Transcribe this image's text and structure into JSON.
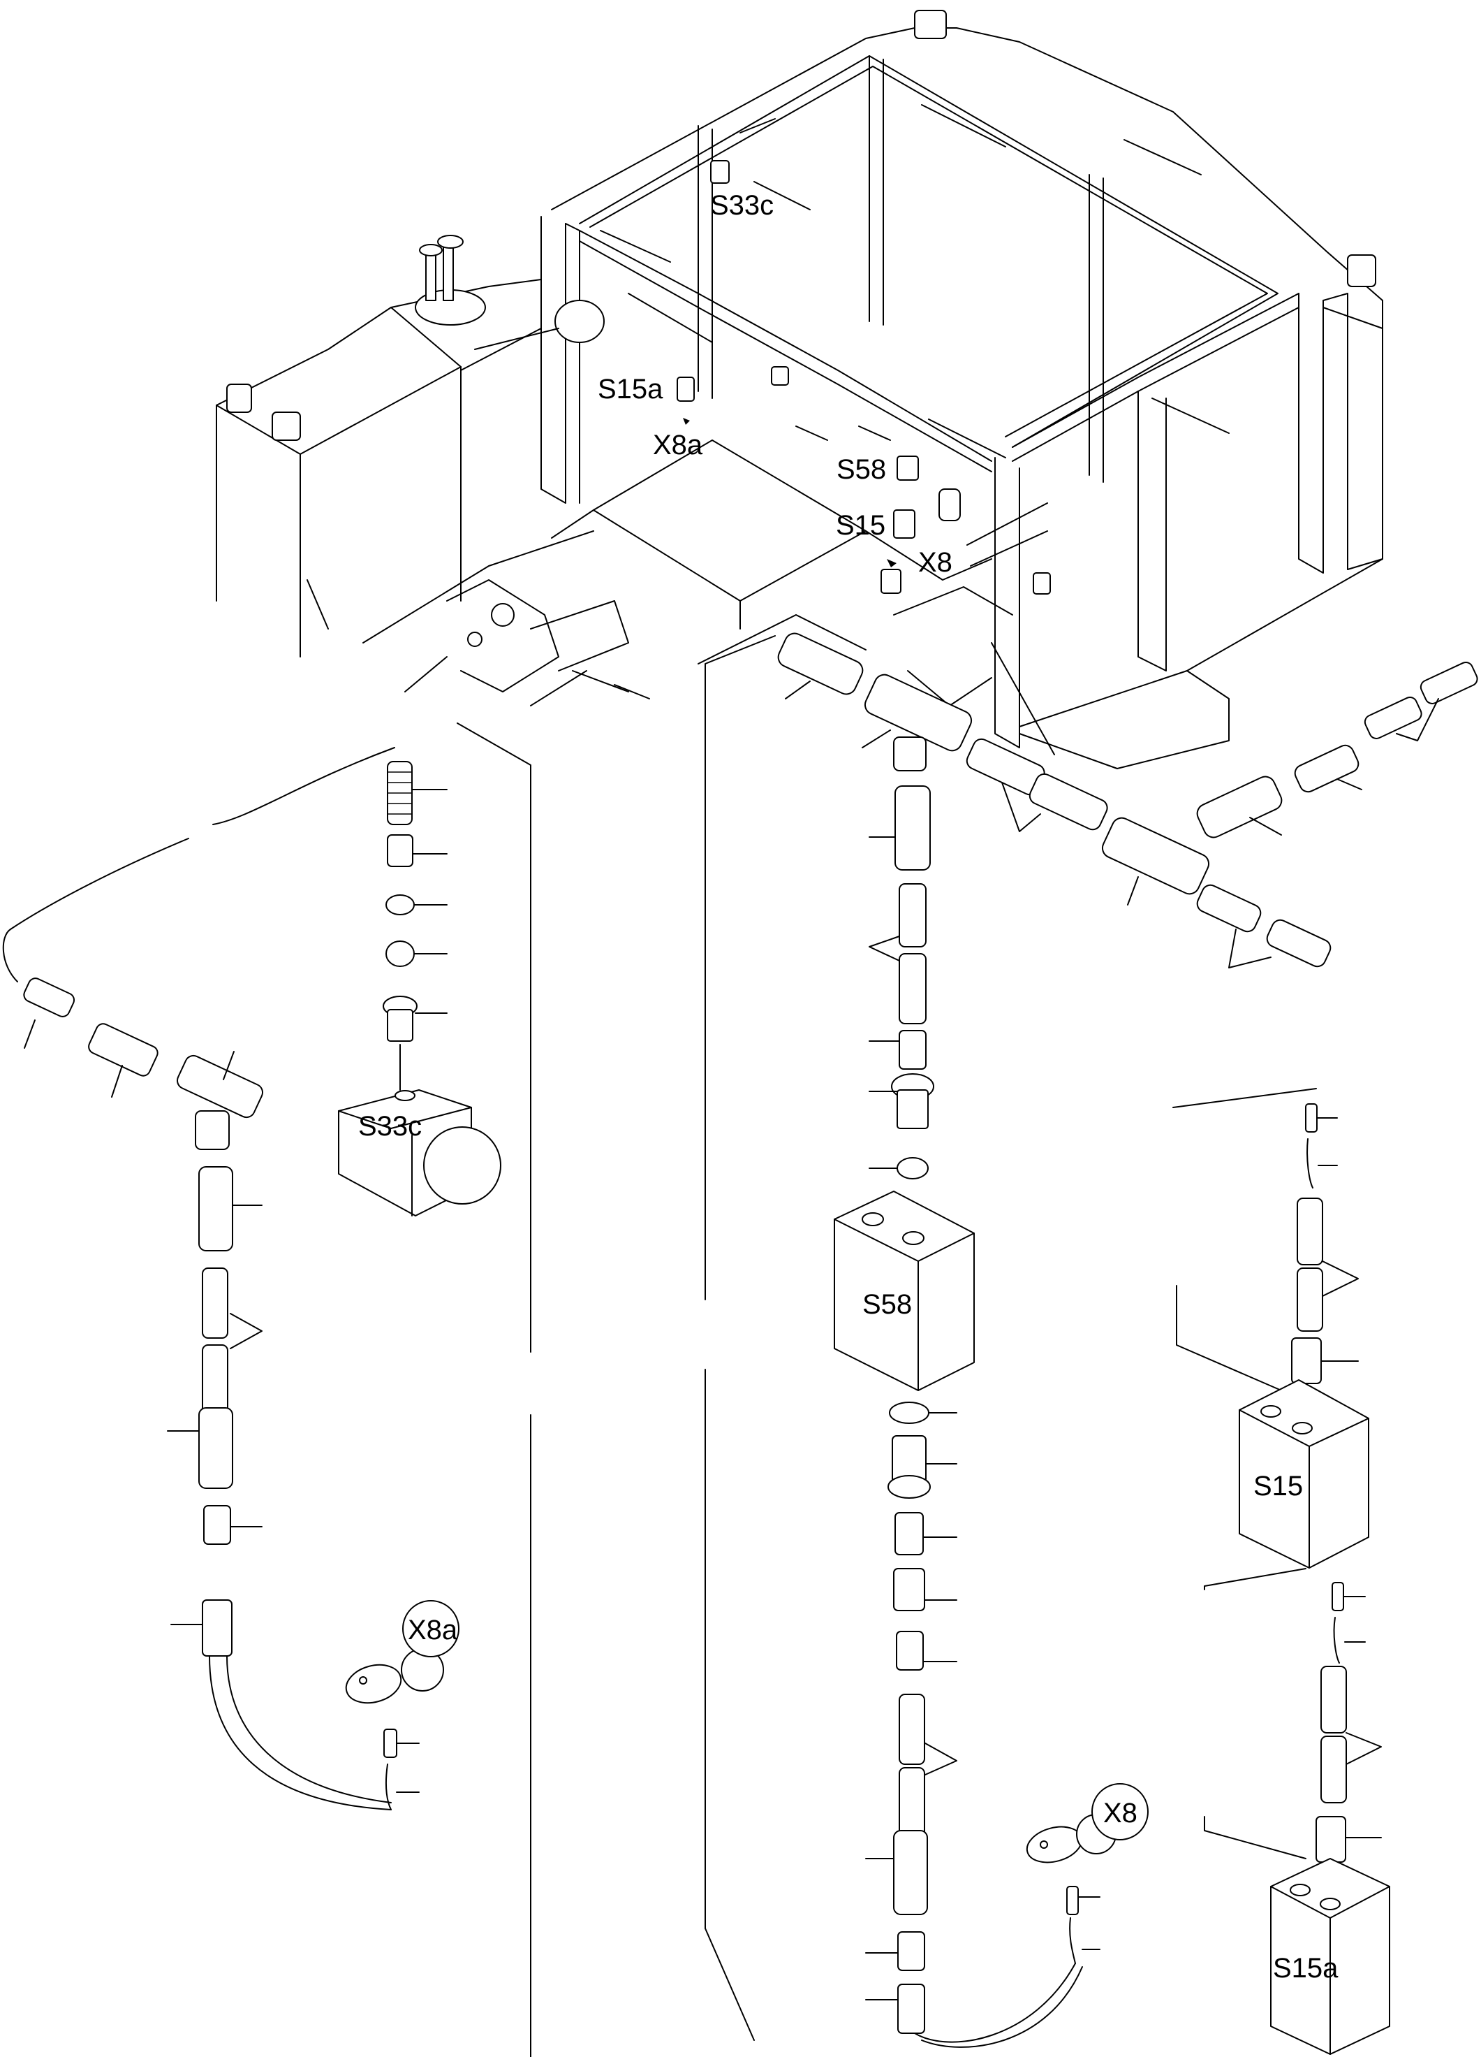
{
  "labels": {
    "S33c": "S33c",
    "S15a": "S15a",
    "X8a": "X8a",
    "S58": "S58",
    "S15": "S15",
    "X8": "X8"
  }
}
